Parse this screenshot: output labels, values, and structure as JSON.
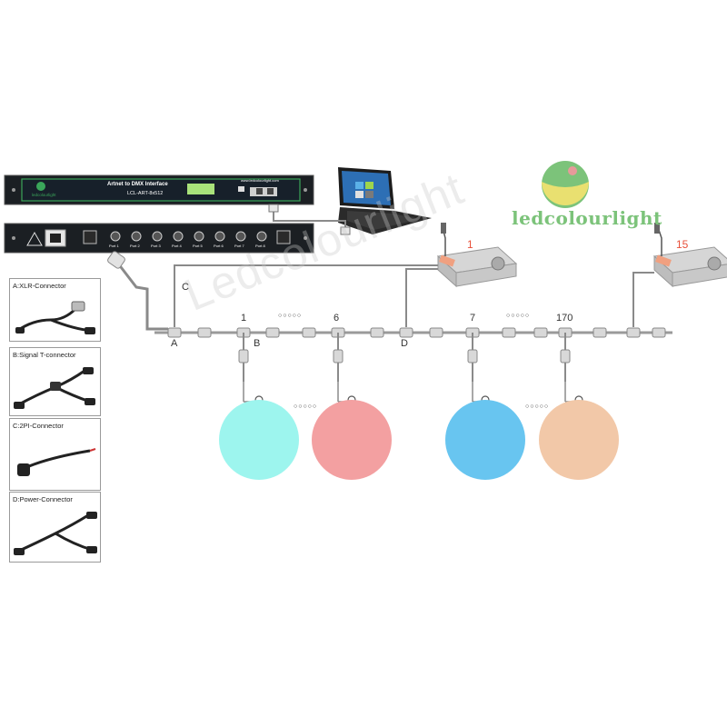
{
  "brand": {
    "name": "ledcolourlight",
    "watermark": "Ledcolourlight",
    "logo_colors": {
      "green": "#7cc37a",
      "yellow": "#e9e070",
      "pink": "#e69a9a"
    }
  },
  "controller": {
    "title": "Artnet to DMX Interface",
    "model": "LCL-ART-8x512",
    "brand_small": "ledcolourlight",
    "website": "www.ledcolourlight.com",
    "ports": [
      "Port 1",
      "Port 2",
      "Port 3",
      "Port 4",
      "Port 5",
      "Port 6",
      "Port 7",
      "Port 8"
    ]
  },
  "power_supplies": [
    {
      "label": "1",
      "color": "#e8503a"
    },
    {
      "label": "15",
      "color": "#e8503a"
    }
  ],
  "connector_labels": {
    "a": "A",
    "b": "B",
    "c": "C",
    "d": "D"
  },
  "node_labels": [
    "1",
    "6",
    "7",
    "170"
  ],
  "ellipsis": "○○○○○",
  "balls": [
    {
      "color": "#9df5ee"
    },
    {
      "color": "#f3a0a1"
    },
    {
      "color": "#68c5f0"
    },
    {
      "color": "#f2c8a8"
    }
  ],
  "legend": [
    {
      "title": "A:XLR-Connector"
    },
    {
      "title": "B:Signal T-connector"
    },
    {
      "title": "C:2PI-Connector"
    },
    {
      "title": "D:Power-Connector"
    }
  ]
}
